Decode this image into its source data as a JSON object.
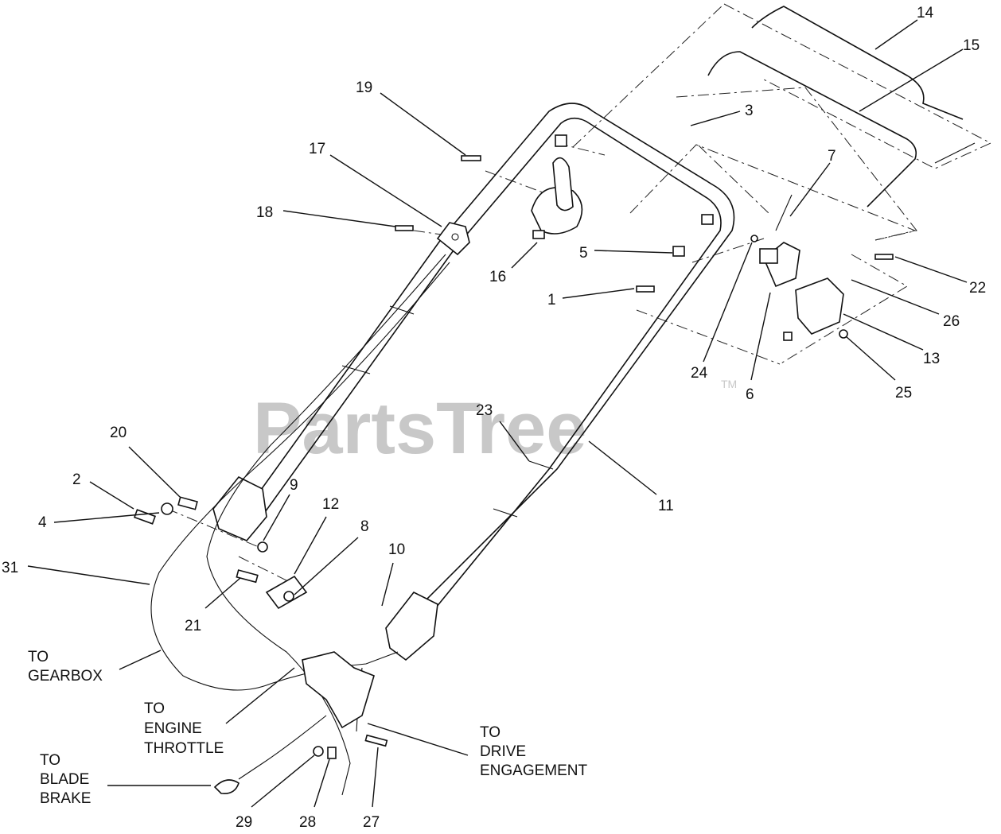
{
  "watermark": {
    "text": "PartsTree",
    "trademark": "TM"
  },
  "callouts": [
    {
      "id": "c14",
      "text": "14"
    },
    {
      "id": "c15",
      "text": "15"
    },
    {
      "id": "c19",
      "text": "19"
    },
    {
      "id": "c3",
      "text": "3"
    },
    {
      "id": "c17",
      "text": "17"
    },
    {
      "id": "c7",
      "text": "7"
    },
    {
      "id": "c18",
      "text": "18"
    },
    {
      "id": "c5",
      "text": "5"
    },
    {
      "id": "c22",
      "text": "22"
    },
    {
      "id": "c16",
      "text": "16"
    },
    {
      "id": "c1",
      "text": "1"
    },
    {
      "id": "c26",
      "text": "26"
    },
    {
      "id": "c13",
      "text": "13"
    },
    {
      "id": "c24",
      "text": "24"
    },
    {
      "id": "c6",
      "text": "6"
    },
    {
      "id": "c25",
      "text": "25"
    },
    {
      "id": "c23",
      "text": "23"
    },
    {
      "id": "c20",
      "text": "20"
    },
    {
      "id": "c2",
      "text": "2"
    },
    {
      "id": "c9",
      "text": "9"
    },
    {
      "id": "c12",
      "text": "12"
    },
    {
      "id": "c11",
      "text": "11"
    },
    {
      "id": "c4",
      "text": "4"
    },
    {
      "id": "c8",
      "text": "8"
    },
    {
      "id": "c10",
      "text": "10"
    },
    {
      "id": "c31",
      "text": "31"
    },
    {
      "id": "c21",
      "text": "21"
    },
    {
      "id": "c29",
      "text": "29"
    },
    {
      "id": "c28",
      "text": "28"
    },
    {
      "id": "c27",
      "text": "27"
    }
  ],
  "notes": {
    "gearbox": [
      "TO",
      "GEARBOX"
    ],
    "throttle": [
      "TO",
      "ENGINE",
      "THROTTLE"
    ],
    "drive": [
      "TO",
      "DRIVE",
      "ENGAGEMENT"
    ],
    "brake": [
      "TO",
      "BLADE",
      "BRAKE"
    ]
  }
}
